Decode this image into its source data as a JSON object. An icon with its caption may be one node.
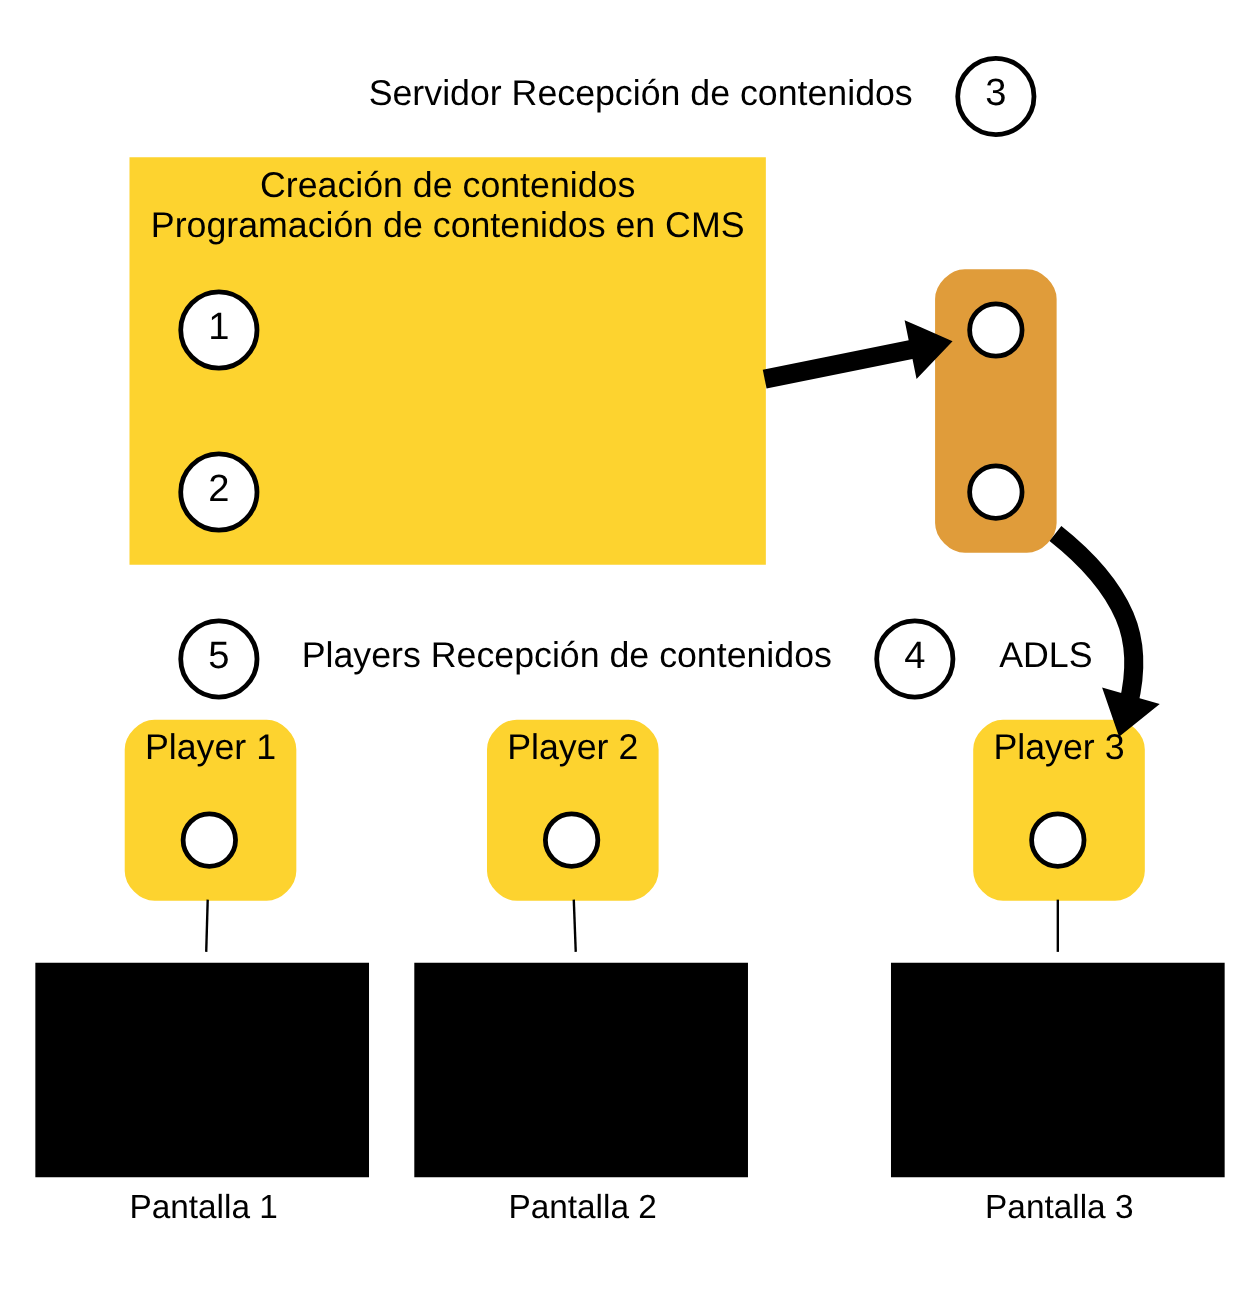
{
  "diagram": {
    "nodes": [
      {
        "text": [
          "Creación de contenidos",
          "Programación de contenidos en CMS"
        ]
      },
      {
        "text": [
          "1"
        ],
        "in": 0
      },
      {
        "text": [
          "2"
        ],
        "in": 0
      },
      {
        "text": [
          "3"
        ],
        "beside": [
          "Servidor Recepción de contenidos"
        ]
      },
      {
        "text": [],
        "shape": "box"
      },
      {
        "text": [],
        "shape": "circle",
        "in": 4
      },
      {
        "text": [],
        "shape": "circle",
        "in": 4
      },
      {
        "text": [
          "4"
        ],
        "beside": [
          "ADLS"
        ]
      },
      {
        "text": [
          "5"
        ],
        "beside": [
          "Players Recepción de contenidos"
        ]
      },
      {
        "text": [
          "Player 1"
        ]
      },
      {
        "text": [],
        "shape": "circle",
        "in": 9
      },
      {
        "text": [
          "Player 2"
        ]
      },
      {
        "text": [],
        "shape": "circle",
        "in": 11
      },
      {
        "text": [
          "Player 3"
        ]
      },
      {
        "text": [],
        "shape": "circle",
        "in": 13
      },
      {
        "text": [
          "Pantalla 1"
        ]
      },
      {
        "text": [
          "Pantalla 2"
        ]
      },
      {
        "text": [
          "Pantalla 3"
        ]
      }
    ],
    "edges": [
      {
        "from": 0,
        "to": 4,
        "arrow": "to",
        "style": "thick"
      },
      {
        "from": 4,
        "to": 13,
        "arrow": "to",
        "style": "thick"
      },
      {
        "from": 9,
        "to": 15,
        "arrow": "none"
      },
      {
        "from": 11,
        "to": 16,
        "arrow": "none"
      },
      {
        "from": 13,
        "to": 17,
        "arrow": "none"
      }
    ]
  }
}
